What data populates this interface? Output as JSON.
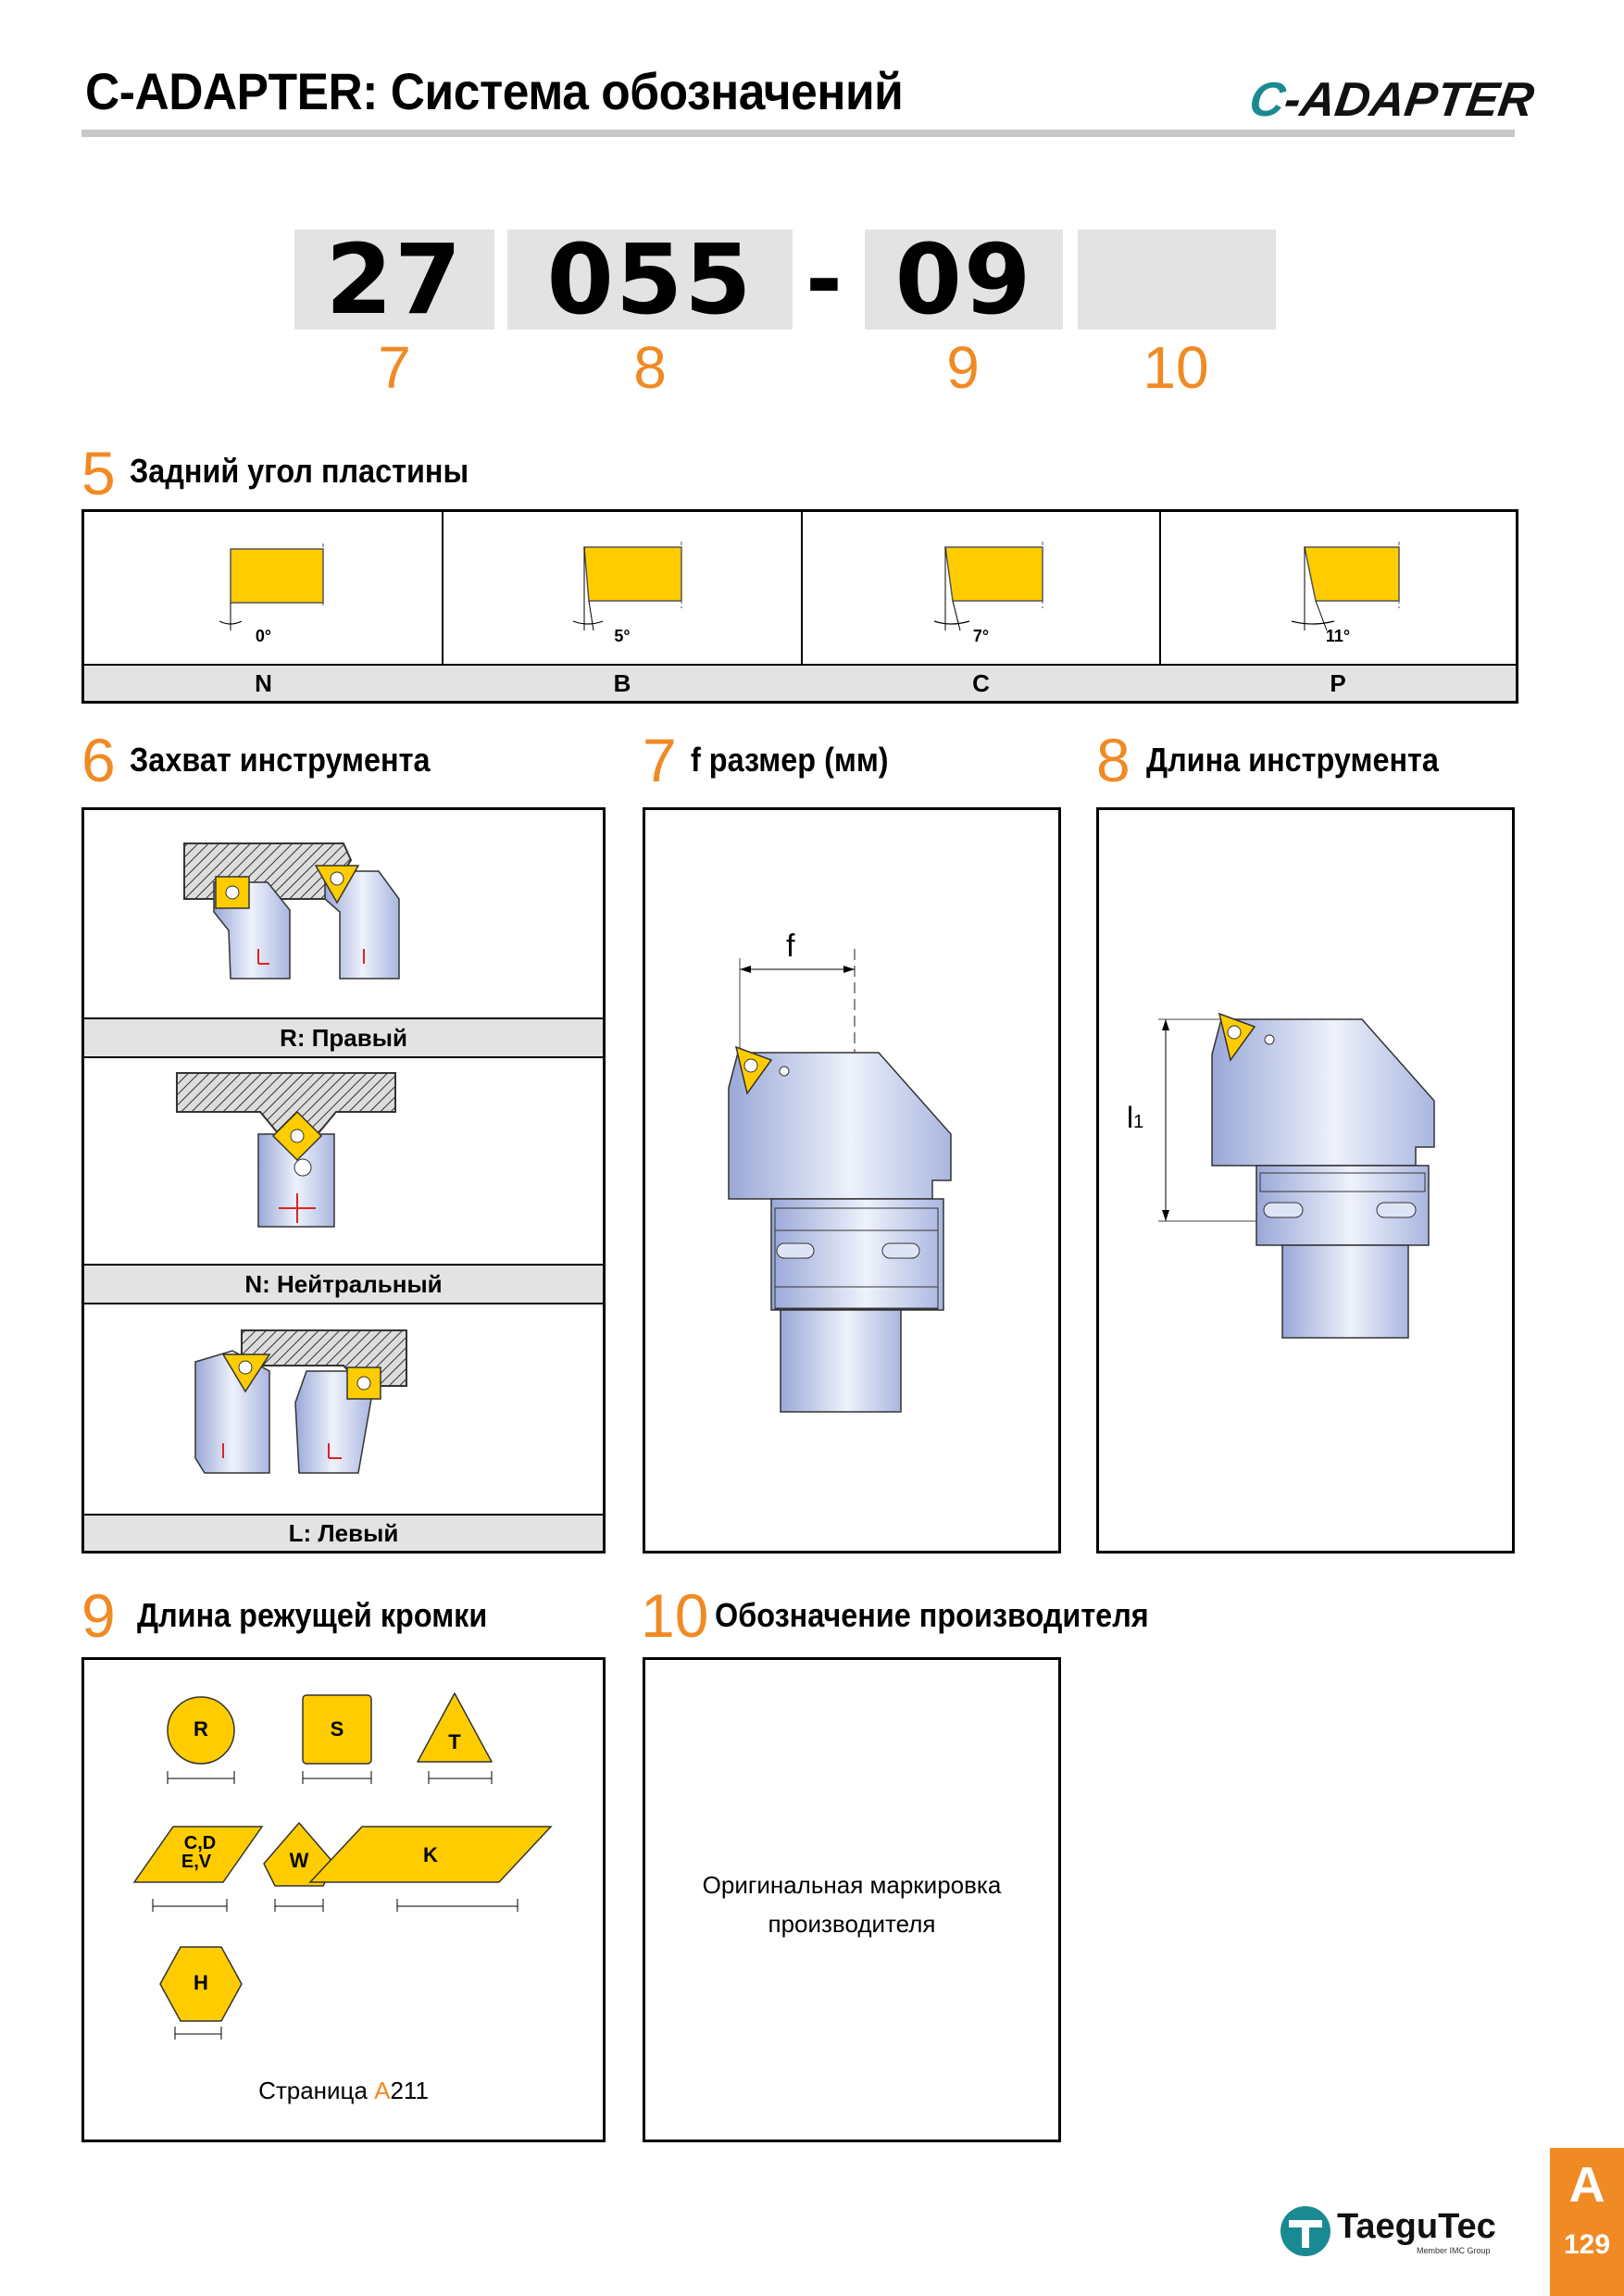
{
  "header": {
    "title": "C-ADAPTER: Система обозначений",
    "logo_text_c": "C",
    "logo_text_rest": "-ADAPTER"
  },
  "code": {
    "parts": [
      "27",
      "055",
      "-",
      "09",
      ""
    ],
    "indices": [
      "7",
      "8",
      "9",
      "10"
    ]
  },
  "sec5": {
    "number": "5",
    "title": "Задний угол пластины",
    "columns": [
      {
        "angle": "0°",
        "letter": "N"
      },
      {
        "angle": "5°",
        "letter": "B"
      },
      {
        "angle": "7°",
        "letter": "C"
      },
      {
        "angle": "11°",
        "letter": "P"
      }
    ]
  },
  "sec6": {
    "number": "6",
    "title": "Захват инструмента",
    "items": [
      "R: Правый",
      "N: Нейтральный",
      "L: Левый"
    ]
  },
  "sec7": {
    "number": "7",
    "title": "f размер (мм)",
    "dim_label": "f"
  },
  "sec8": {
    "number": "8",
    "title": "Длина инструмента",
    "dim_label": "l",
    "dim_sub": "1"
  },
  "sec9": {
    "number": "9",
    "title": "Длина режущей кромки",
    "shapes": [
      "R",
      "S",
      "T",
      "C,D",
      "E,V",
      "W",
      "K",
      "H"
    ],
    "page_ref_prefix": "Страница ",
    "page_ref_letter": "A",
    "page_ref_number": "211"
  },
  "sec10": {
    "number": "10",
    "title": "Обозначение производителя",
    "text_line1": "Оригинальная маркировка",
    "text_line2": "производителя"
  },
  "footer": {
    "brand": "TaeguTec",
    "brand_sub": "Member IMC Group",
    "tab_letter": "A",
    "page_number": "129"
  },
  "colors": {
    "accent_orange": "#f08a24",
    "insert_yellow": "#ffcc00",
    "gray_bar": "#e3e3e3",
    "teal": "#1a8a92"
  }
}
